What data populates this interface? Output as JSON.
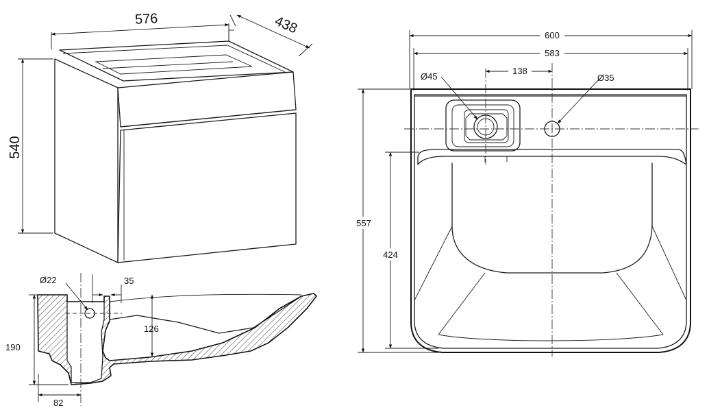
{
  "cabinet": {
    "width_label": "576",
    "depth_label": "438",
    "height_label": "540"
  },
  "section": {
    "drain_dia_label": "Ø22",
    "offset_label": "35",
    "depth_label": "126",
    "height_label": "190",
    "wall_label": "82"
  },
  "plan": {
    "overall_width_label": "600",
    "inner_width_label": "583",
    "waste_dia_label": "Ø45",
    "tap_offset_label": "138",
    "tap_dia_label": "Ø35",
    "overall_depth_label": "557",
    "bowl_depth_label": "424"
  },
  "colors": {
    "line": "#1a1a1a",
    "background": "#ffffff"
  }
}
